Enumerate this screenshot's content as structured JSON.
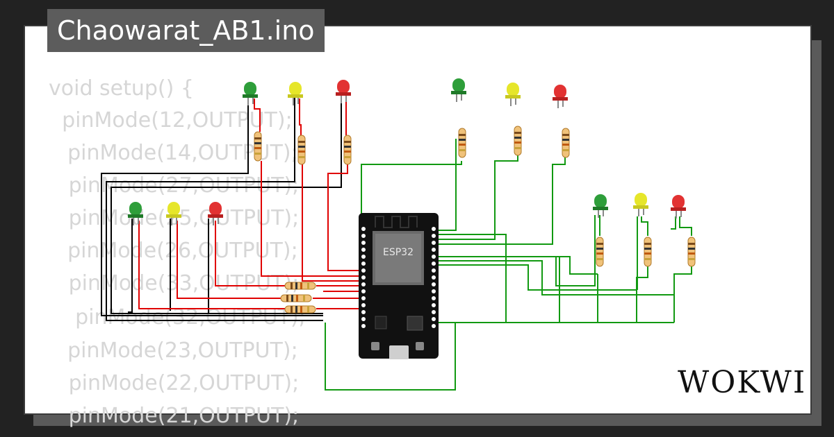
{
  "file": {
    "title": "Chaowarat_AB1.ino"
  },
  "code_lines": [
    "void setup() {",
    "  pinMode(12,OUTPUT);",
    "  pinMode(14,OUTPUT);",
    "   pinMode(27,OUTPUT);",
    "   pinMode(25,OUTPUT);",
    "  pinMode(26,OUTPUT);",
    "   pinMode(33,OUTPUT);",
    "    pinMode(32,OUTPUT);",
    "  pinMode(23,OUTPUT);",
    "   pinMode(22,OUTPUT);",
    "   pinMode(21,OUTPUT);"
  ],
  "board": {
    "label": "ESP32"
  },
  "brand": {
    "logo": "WOKWI"
  },
  "colors": {
    "led_green": "#2e9e3a",
    "led_yellow": "#e6e62a",
    "led_red": "#e23232",
    "wire_black": "#000000",
    "wire_red": "#e00000",
    "wire_green": "#119911"
  }
}
